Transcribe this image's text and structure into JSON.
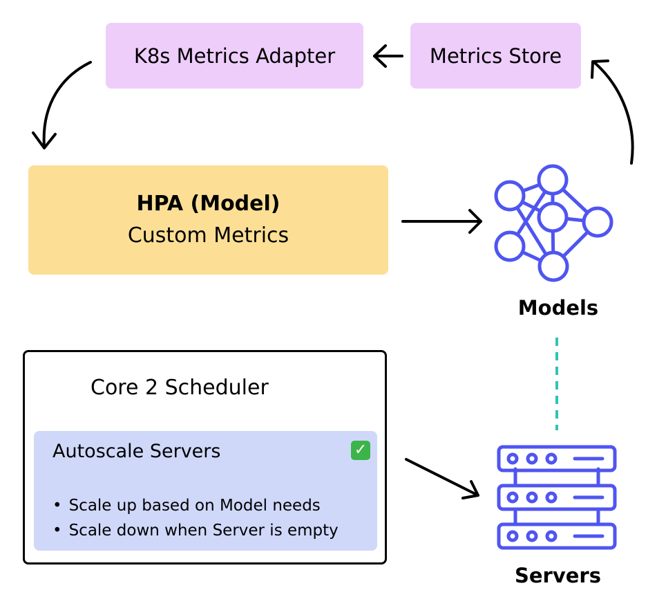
{
  "nodes": {
    "k8s_adapter": "K8s Metrics Adapter",
    "metrics_store": "Metrics Store",
    "hpa_title": "HPA (Model)",
    "hpa_subtitle": "Custom Metrics",
    "models_label": "Models",
    "servers_label": "Servers"
  },
  "scheduler": {
    "title": "Core 2 Scheduler",
    "autoscale_title": "Autoscale Servers",
    "check_symbol": "✓",
    "bullets": [
      "Scale up based on Model needs",
      "Scale down when Server is empty"
    ]
  },
  "icons": {
    "models": "neural-network-icon",
    "servers": "server-rack-icon",
    "check": "check-mark-icon"
  },
  "colors": {
    "purple_box": "#eecdfb",
    "yellow_box": "#fcdf95",
    "blue_box": "#d0d8fa",
    "icon_blue": "#4f55f0",
    "dashed_teal": "#2ec4b6",
    "check_green": "#3bb54a"
  }
}
